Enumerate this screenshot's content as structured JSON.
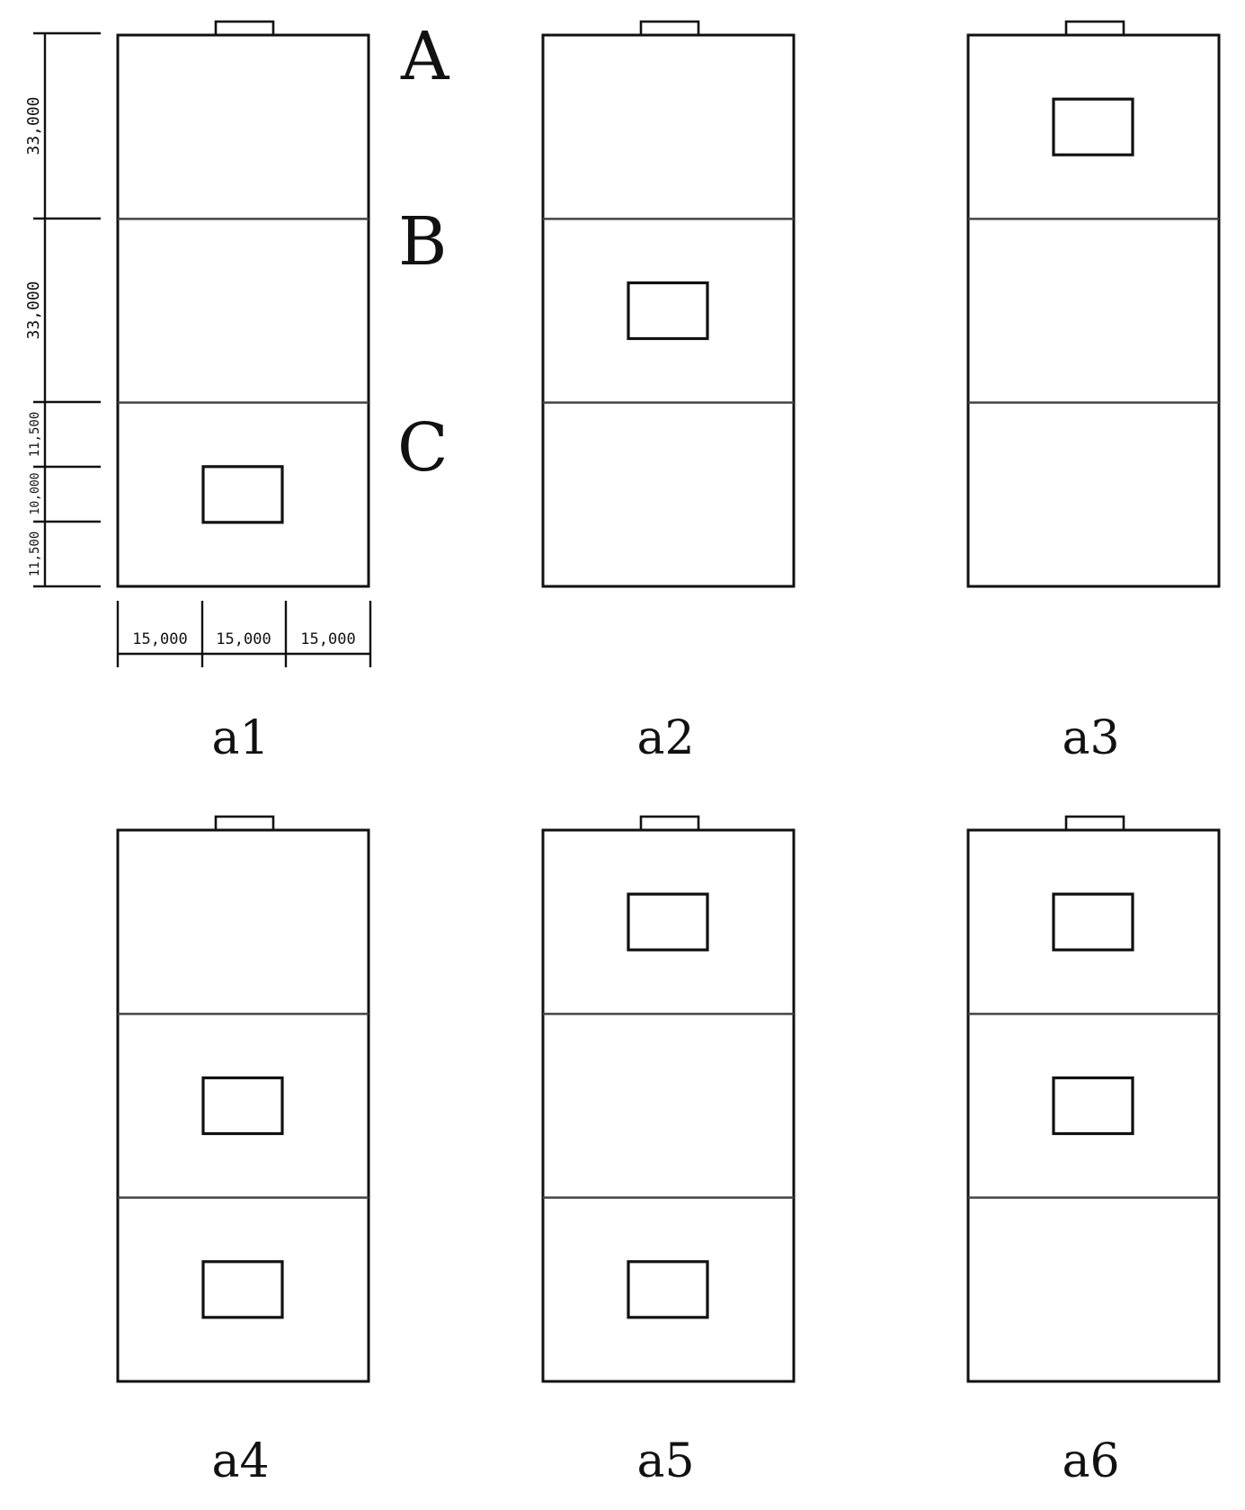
{
  "zone_labels": [
    "A",
    "B",
    "C"
  ],
  "dimensions": {
    "vertical": [
      "33,000",
      "33,000",
      "11,500",
      "10,000",
      "11,500"
    ],
    "horizontal": [
      "15,000",
      "15,000",
      "15,000"
    ]
  },
  "panels": [
    {
      "caption": "a1",
      "blocks_in_zones": [
        "C"
      ]
    },
    {
      "caption": "a2",
      "blocks_in_zones": [
        "B"
      ]
    },
    {
      "caption": "a3",
      "blocks_in_zones": [
        "A"
      ]
    },
    {
      "caption": "a4",
      "blocks_in_zones": [
        "B",
        "C"
      ]
    },
    {
      "caption": "a5",
      "blocks_in_zones": [
        "A",
        "C"
      ]
    },
    {
      "caption": "a6",
      "blocks_in_zones": [
        "A",
        "B"
      ]
    }
  ]
}
